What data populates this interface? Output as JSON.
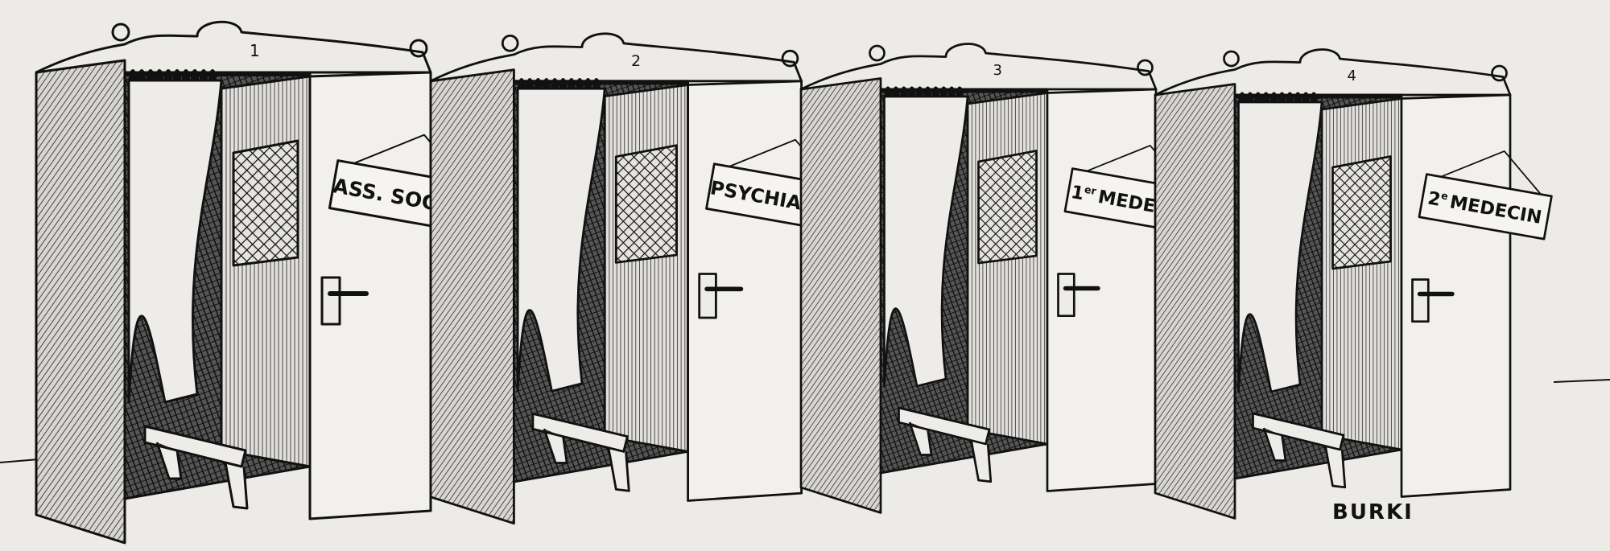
{
  "cartoon": {
    "booths": [
      {
        "number": "1",
        "sign": "ASS. SOCIAL",
        "sign_sup": ""
      },
      {
        "number": "2",
        "sign": "PSYCHIATRE",
        "sign_sup": ""
      },
      {
        "number": "3",
        "sign": "MEDECIN",
        "sign_prefix": "1",
        "sign_sup": "er"
      },
      {
        "number": "4",
        "sign": "MEDECIN",
        "sign_prefix": "2",
        "sign_sup": "e"
      }
    ],
    "signature": "BURKI",
    "colors": {
      "ink": "#111111",
      "paper": "#ecebe8"
    }
  }
}
